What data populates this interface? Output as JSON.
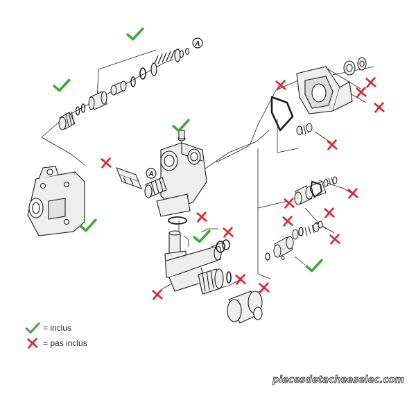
{
  "colors": {
    "included": "#3daa35",
    "not_included": "#d9262b",
    "line": "#1a1a1a",
    "part_fill": "#eeeeee",
    "watermark_fill": "#d9d9d9",
    "watermark_stroke": "#222222"
  },
  "callouts": {
    "a_upper": "A",
    "a_lower": "A"
  },
  "legend": {
    "included_label": "= inclus",
    "not_included_label": "= pas inclus"
  },
  "watermark": {
    "text": "piecesdetacheeselec.com"
  },
  "icons": {
    "included": "check-icon",
    "not_included": "cross-icon"
  }
}
